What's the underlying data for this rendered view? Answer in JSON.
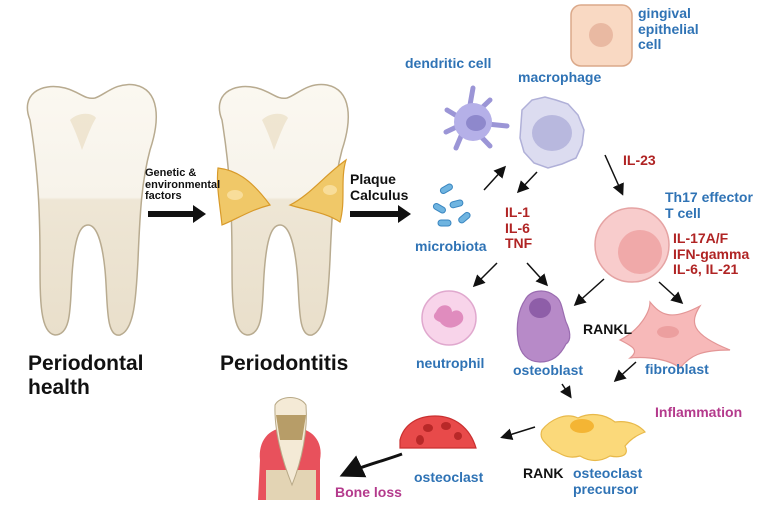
{
  "title": "Periodontal disease pathogenesis",
  "stages": {
    "healthy": "Periodontal\nhealth",
    "disease": "Periodontitis"
  },
  "transitions": {
    "genetic": "Genetic &\nenvironmental\nfactors",
    "plaque": "Plaque\nCalculus"
  },
  "cells": {
    "gingival_epithelial": "gingival\nepithelial\ncell",
    "dendritic": "dendritic cell",
    "macrophage": "macrophage",
    "microbiota": "microbiota",
    "th17": "Th17 effector\nT cell",
    "neutrophil": "neutrophil",
    "osteoblast": "osteoblast",
    "fibroblast": "fibroblast",
    "osteoclast_precursor": "osteoclast\nprecursor",
    "osteoclast": "osteoclast"
  },
  "cytokines": {
    "macrophage_out": "IL-1\nIL-6\nTNF",
    "il23": "IL-23",
    "th17_out": "IL-17A/F\nIFN-gamma\nIL-6, IL-21"
  },
  "signals": {
    "rankl": "RANKL",
    "rank": "RANK"
  },
  "outcomes": {
    "inflammation": "Inflammation",
    "bone_loss": "Bone loss"
  },
  "colors": {
    "cell_label": "#2f73b5",
    "cytokine": "#b02424",
    "outcome": "#b43a8c"
  }
}
